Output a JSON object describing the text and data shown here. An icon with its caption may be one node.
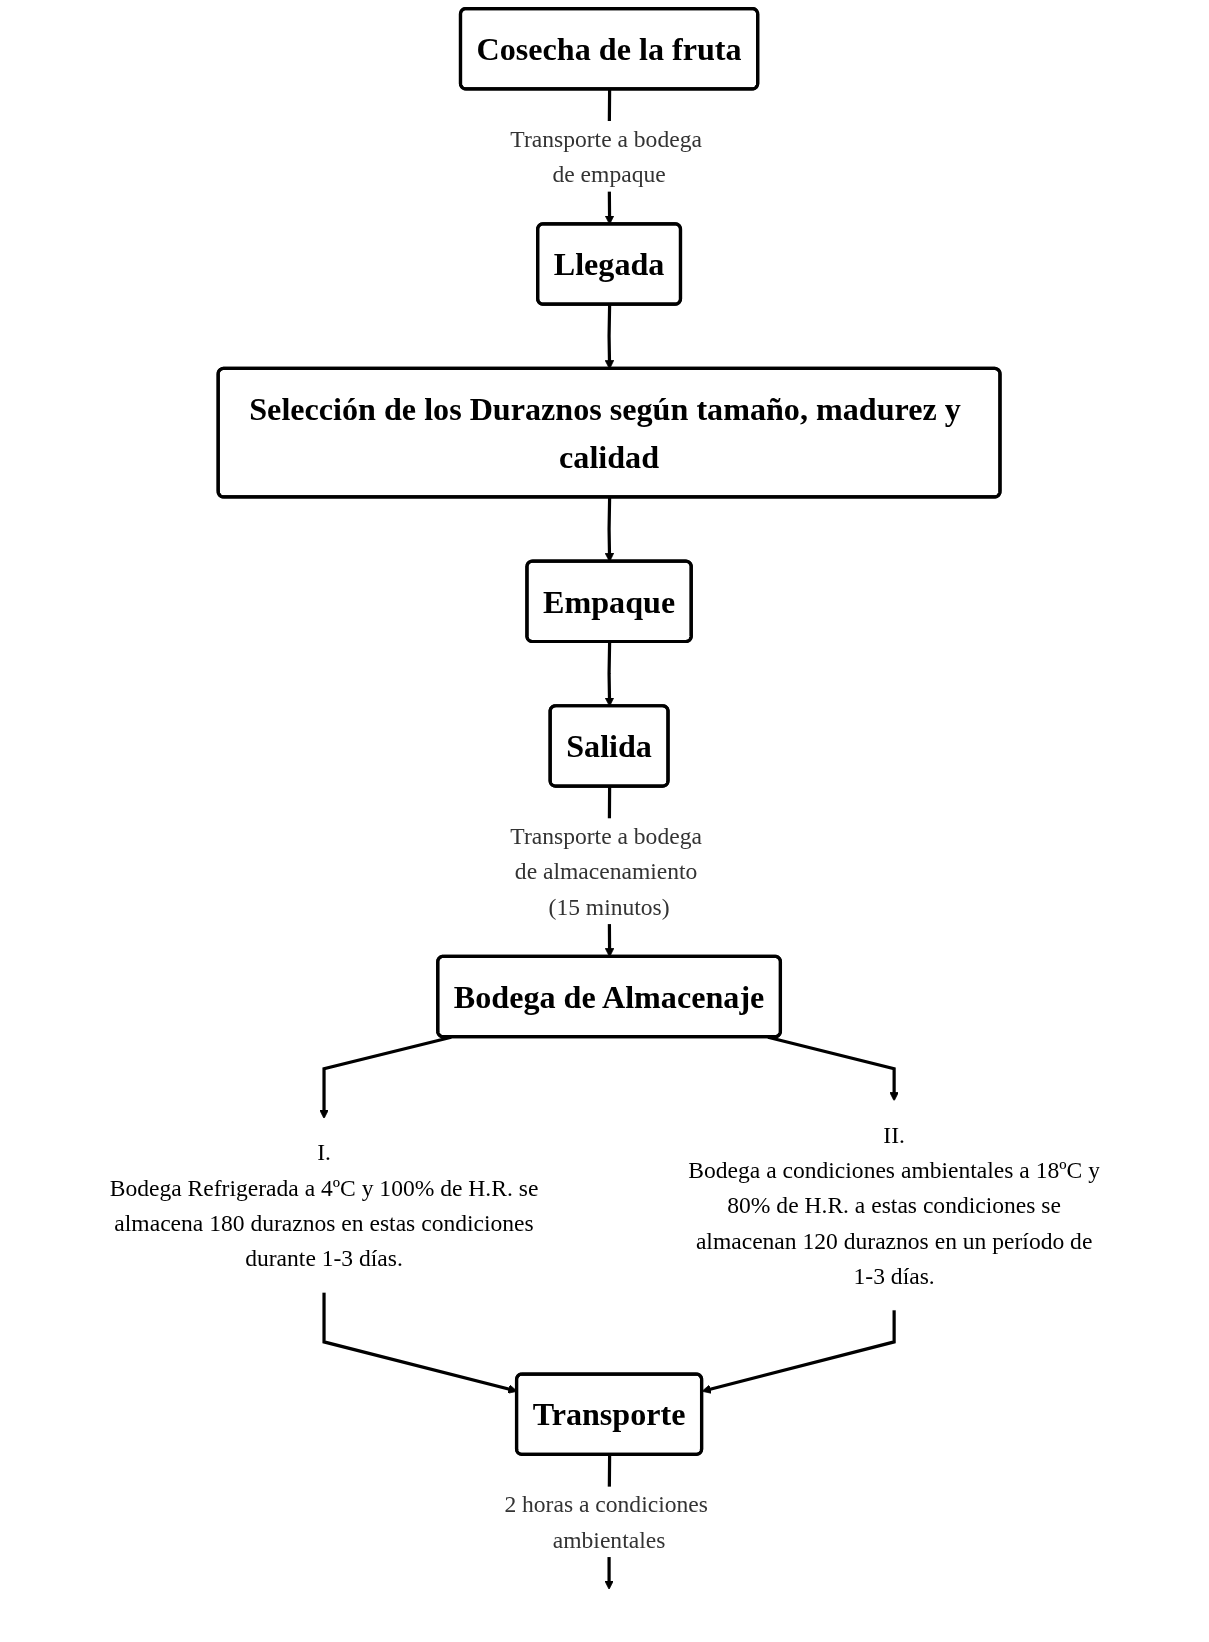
{
  "diagram": {
    "nodes": [
      {
        "text": [
          "Cosecha de la fruta"
        ]
      },
      {
        "text": [
          "Llegada"
        ]
      },
      {
        "text": [
          "Selección de los Duraznos según tamaño, madurez y calidad"
        ]
      },
      {
        "text": [
          "Empaque"
        ]
      },
      {
        "text": [
          "Salida"
        ]
      },
      {
        "text": [
          "Bodega de Almacenaje"
        ]
      },
      {
        "text": [
          "I.",
          "Bodega Refrigerada a 4ºC y 100% de H.R. se almacena 180 duraznos en estas condiciones durante 1-3 días."
        ]
      },
      {
        "text": [
          "II.",
          "Bodega a condiciones ambientales a 18ºC y 80% de H.R. a estas condiciones se almacenan 120 duraznos en un período de 1-3 días."
        ]
      },
      {
        "text": [
          "Transporte"
        ]
      }
    ],
    "edges": [
      {
        "from": 0,
        "to": 1,
        "arrow": "to",
        "label": "Transporte a bodega de empaque"
      },
      {
        "from": 1,
        "to": 2,
        "arrow": "to"
      },
      {
        "from": 2,
        "to": 3,
        "arrow": "to"
      },
      {
        "from": 3,
        "to": 4,
        "arrow": "to"
      },
      {
        "from": 4,
        "to": 5,
        "arrow": "to",
        "label": "Transporte a bodega de almacenamiento (15 minutos)"
      },
      {
        "from": 5,
        "to": 6,
        "arrow": "to"
      },
      {
        "from": 5,
        "to": 7,
        "arrow": "to"
      },
      {
        "from": 6,
        "to": 8,
        "arrow": "to"
      },
      {
        "from": 7,
        "to": 8,
        "arrow": "to"
      },
      {
        "from": 8,
        "to": null,
        "arrow": "to",
        "label": "2 horas a condiciones ambientales"
      }
    ]
  }
}
